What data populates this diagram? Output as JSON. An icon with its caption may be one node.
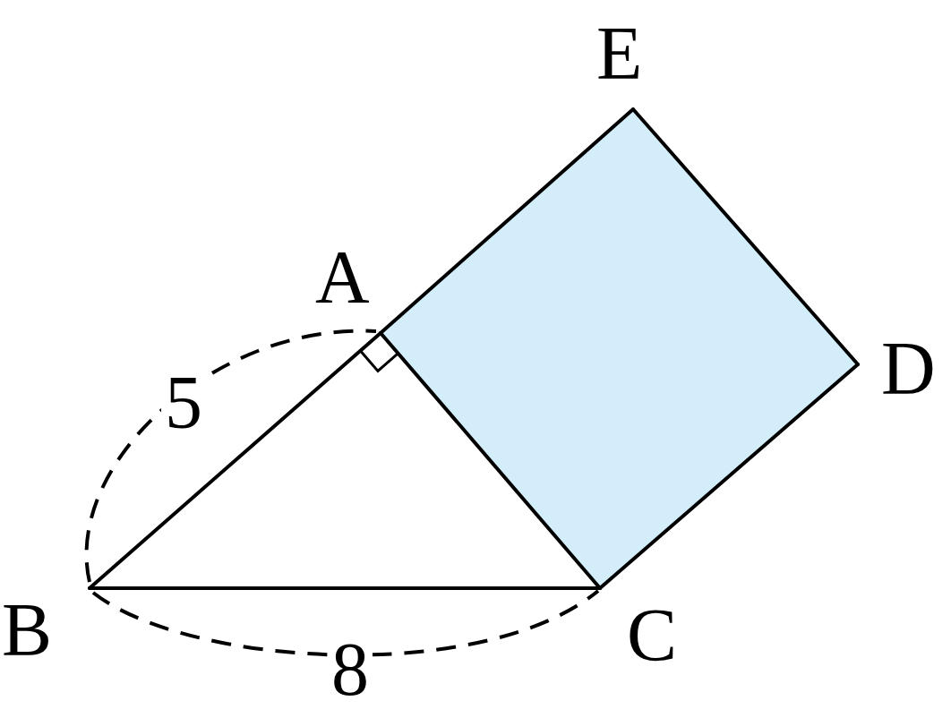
{
  "diagram": {
    "nodes": [
      {
        "text": [
          "A"
        ]
      },
      {
        "text": [
          "B"
        ]
      },
      {
        "text": [
          "C"
        ]
      },
      {
        "text": [
          "D"
        ]
      },
      {
        "text": [
          "E"
        ]
      }
    ],
    "edges": [
      {
        "from": 0,
        "to": 1,
        "arrow": "none"
      },
      {
        "from": 1,
        "to": 2,
        "arrow": "none"
      },
      {
        "from": 2,
        "to": 0,
        "arrow": "none"
      },
      {
        "from": 0,
        "to": 4,
        "arrow": "none"
      },
      {
        "from": 4,
        "to": 3,
        "arrow": "none"
      },
      {
        "from": 3,
        "to": 2,
        "arrow": "none"
      }
    ],
    "labels": [
      "5",
      "8"
    ]
  }
}
